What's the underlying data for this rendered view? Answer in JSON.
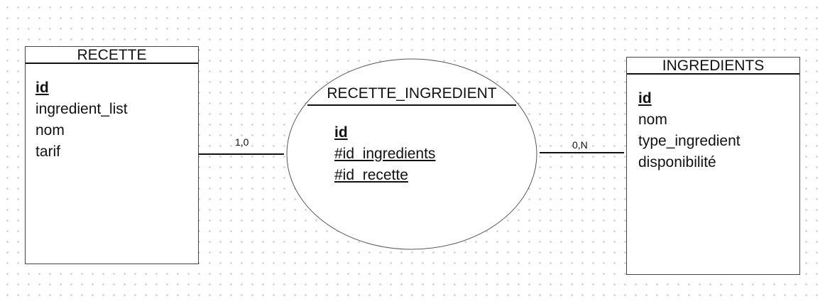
{
  "entities": {
    "recette": {
      "title": "RECETTE",
      "fields": [
        "id",
        "ingredient_list",
        "nom",
        "tarif"
      ]
    },
    "ingredients": {
      "title": "INGREDIENTS",
      "fields": [
        "id",
        "nom",
        "type_ingredient",
        "disponibilité"
      ]
    }
  },
  "association": {
    "title": "RECETTE_INGREDIENT",
    "fields": [
      "id",
      "#id_ingredients",
      "#id_recette"
    ]
  },
  "cardinalities": {
    "recette": "1,0",
    "ingredients": "0,N"
  }
}
